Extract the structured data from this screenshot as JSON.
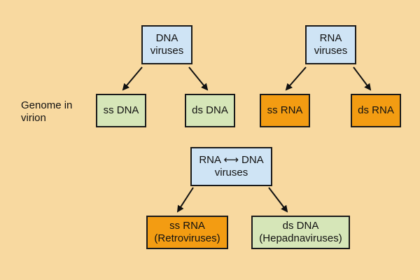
{
  "side_label": "Genome in virion",
  "nodes": {
    "dna_viruses": "DNA viruses",
    "rna_viruses": "RNA viruses",
    "ss_dna": "ss DNA",
    "ds_dna": "ds DNA",
    "ss_rna": "ss RNA",
    "ds_rna": "ds RNA",
    "rna_dna_viruses_line1": "RNA ⟷ DNA",
    "rna_dna_viruses_line2": "viruses",
    "ss_rna_retro_line1": "ss RNA",
    "ss_rna_retro_line2": "(Retroviruses)",
    "ds_dna_hepadna_line1": "ds DNA",
    "ds_dna_hepadna_line2": "(Hepadnaviruses)"
  },
  "colors": {
    "background": "#f8d9a0",
    "virus_group_fill": "#cfe4f5",
    "dna_genome_fill": "#d6e6b8",
    "rna_genome_fill": "#f39c12"
  }
}
